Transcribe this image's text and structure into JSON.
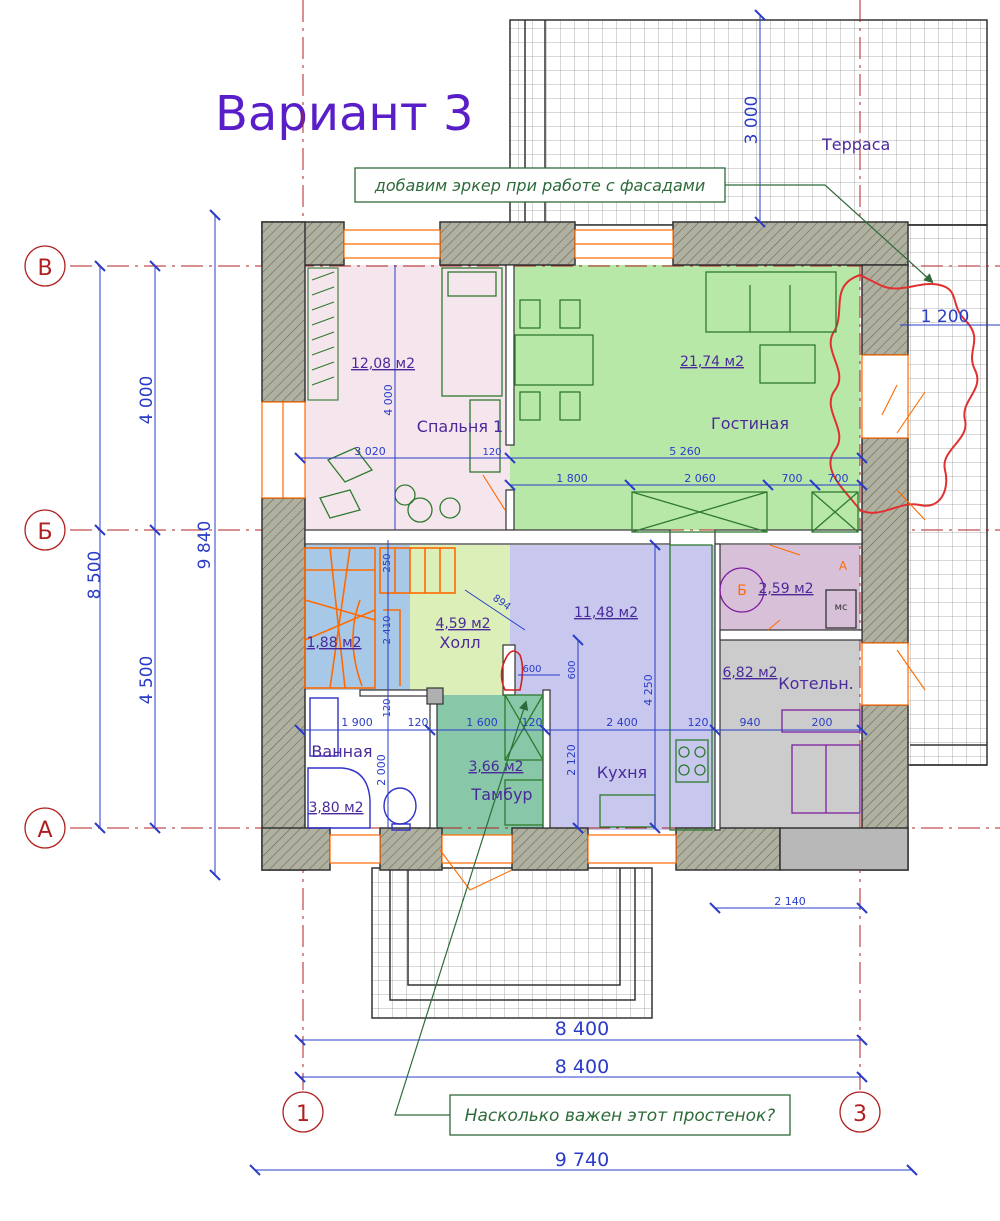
{
  "title": "Вариант 3",
  "colors": {
    "wall": "#b8b8b8",
    "wall_hatch": "#6a6a6a",
    "dimension": "#2a3cc8",
    "axis": "#b02020",
    "title": "#5a1ec8",
    "note": "#2e6b3a",
    "stairs": "#ff6a00",
    "bedroom": "#f5e6ee",
    "living": "#b8e8a8",
    "kitchen": "#c8c8ee",
    "hall": "#dcefb8",
    "stair_room": "#a8c8e8",
    "vestibule": "#88c8a8",
    "boiler": "#cccccc",
    "wc": "#d8c0d8"
  },
  "axes": {
    "rows": [
      "В",
      "Б",
      "А"
    ],
    "cols": [
      "1",
      "3"
    ]
  },
  "rooms": {
    "bedroom": {
      "area": "12,08 м2",
      "name": "Спальня 1"
    },
    "living": {
      "area": "21,74 м2",
      "name": "Гостиная"
    },
    "kitchen": {
      "area": "11,48 м2",
      "name": "Кухня"
    },
    "hall": {
      "area": "4,59 м2",
      "name": "Холл"
    },
    "stair": {
      "area": "1,88 м2"
    },
    "bath": {
      "area": "3,80 м2",
      "name": "Ванная"
    },
    "vestibule": {
      "area": "3,66 м2",
      "name": "Тамбур"
    },
    "wc": {
      "area": "2,59 м2",
      "mark_b": "Б",
      "mark_a": "А",
      "mc": "мс"
    },
    "boiler": {
      "area": "6,82 м2",
      "name": "Котельн."
    },
    "terrace": {
      "name": "Терраса"
    }
  },
  "dimensions": {
    "left_8500": "8 500",
    "left_9840": "9 840",
    "left_4000": "4 000",
    "left_4500": "4 500",
    "terrace_3000": "3 000",
    "bay_1200": "1 200",
    "bottom_8400_a": "8 400",
    "bottom_8400_b": "8 400",
    "bottom_9740": "9 740",
    "porch_2140": "2 140",
    "bedroom_w": "3 020",
    "bedroom_h": "4 000",
    "living_w": "5 260",
    "seg_1800": "1 800",
    "seg_2060": "2 060",
    "seg_700a": "700",
    "seg_700b": "700",
    "kitchen_h": "4 250",
    "hall_d": "894",
    "bath_w": "1 900",
    "wall_120a": "120",
    "vest_w": "1 600",
    "wall_120b": "120",
    "kit_w": "2 400",
    "wall_120c": "120",
    "boil_940": "940",
    "boil_200": "200",
    "bath_h": "2 000",
    "vest_h": "2 120",
    "d600a": "600",
    "d600b": "600",
    "d250": "250",
    "d2410": "2 410",
    "d120v": "120",
    "d120s": "120"
  },
  "notes": {
    "bay": "добавим эркер при работе с фасадами",
    "wall": "Насколько важен этот простенок?"
  }
}
